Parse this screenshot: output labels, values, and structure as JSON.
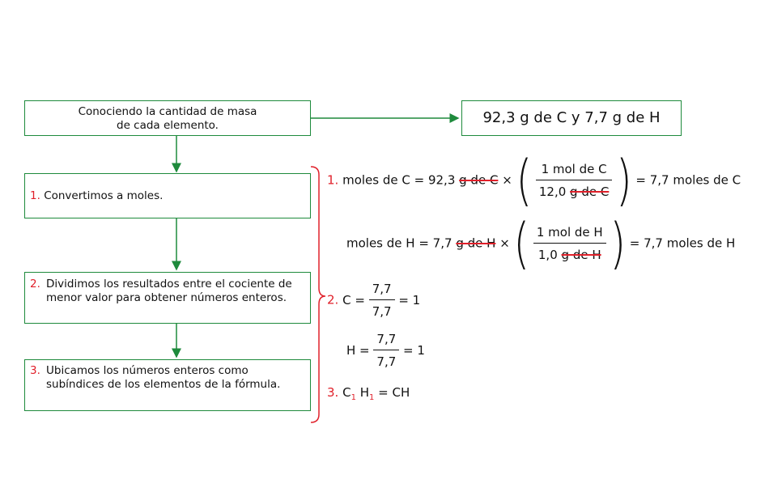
{
  "top_box": {
    "line1": "Conociendo la cantidad de masa",
    "line2": "de cada elemento."
  },
  "result_box": {
    "text": "92,3 g de C y 7,7 g de H"
  },
  "steps": [
    {
      "num": "1.",
      "text": "Convertimos a moles."
    },
    {
      "num": "2.",
      "text": "Dividimos los resultados entre el cociente de menor valor para obtener números enteros."
    },
    {
      "num": "3.",
      "text": "Ubicamos los números enteros como subíndices de los elementos de la fórmula."
    }
  ],
  "equations": {
    "eq1": {
      "num": "1.",
      "lhs": "moles de C = 92,3",
      "strike": "g de C",
      "times": "×",
      "num_text": "1 mol de C",
      "den_value": "12,0",
      "den_strike": "g de C",
      "rhs": "= 7,7 moles de C"
    },
    "eq2": {
      "lhs": "moles de H = 7,7",
      "strike": "g de H",
      "times": "×",
      "num_text": "1 mol de H",
      "den_value": "1,0",
      "den_strike": "g de H",
      "rhs": "= 7,7 moles de H"
    },
    "eq3": {
      "num": "2.",
      "lhs": "C =",
      "numerator": "7,7",
      "denominator": "7,7",
      "rhs": "= 1"
    },
    "eq4": {
      "lhs": "H =",
      "numerator": "7,7",
      "denominator": "7,7",
      "rhs": "= 1"
    },
    "eq5": {
      "num": "3.",
      "c": "C",
      "c_sub": "1",
      "h": "H",
      "h_sub": "1",
      "rhs": "= CH"
    }
  },
  "colors": {
    "box_border": "#1e8a3c",
    "arrow": "#1e8a3c",
    "accent_red": "#e0202a"
  }
}
